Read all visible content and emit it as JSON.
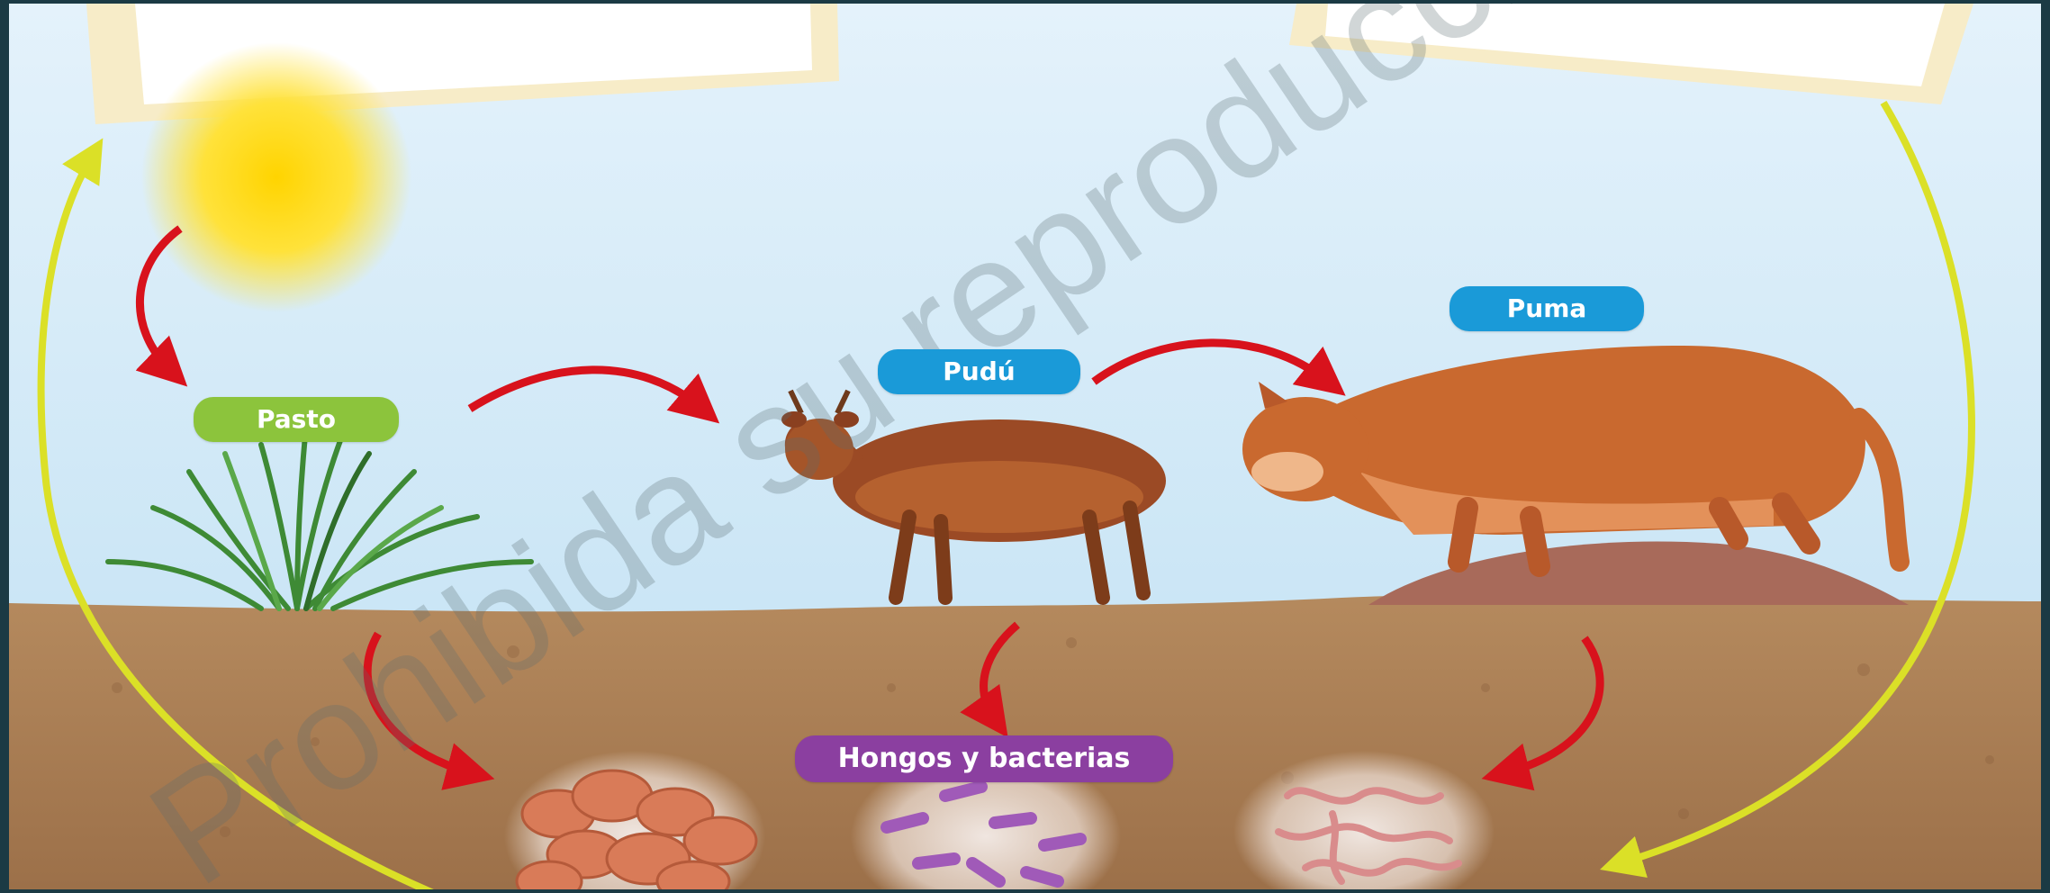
{
  "labels": {
    "pasto": "Pasto",
    "pudu": "Pudú",
    "puma": "Puma",
    "decomposers": "Hongos y bacterias"
  },
  "watermark": "Prohibida su reproducción",
  "colors": {
    "frame": "#1b3a44",
    "sky": "#c6e3f3",
    "soil": "#a67a52",
    "producer_label": "#8cc43c",
    "consumer_label": "#1a9ad8",
    "decomposer_label": "#8b3fa0",
    "energy_arrow": "#d8121c",
    "cycle_arrow": "#dbe027"
  }
}
